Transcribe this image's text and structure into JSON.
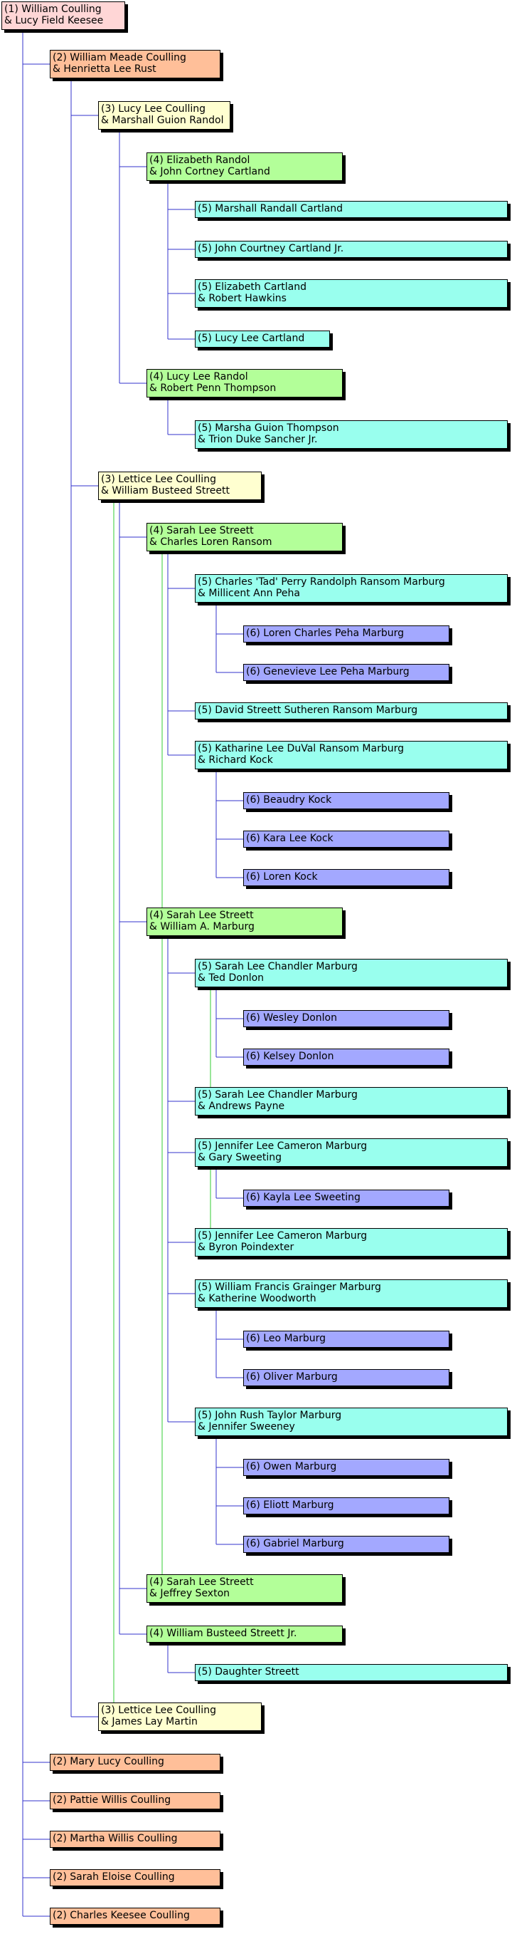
{
  "colors": {
    "gen1": "#ffd6d6",
    "gen2": "#ffbf99",
    "gen3": "#ffffd0",
    "gen4": "#b3ff99",
    "gen5": "#99ffee",
    "gen6": "#a3a8ff",
    "connector_blue": "#3333cc",
    "connector_green": "#33cc33"
  },
  "tree": [
    {
      "id": "n1",
      "gen": 1,
      "lines": [
        "(1) William Coulling",
        "& Lucy Field Keesee"
      ]
    },
    {
      "id": "n2",
      "gen": 2,
      "parent": "n1",
      "lines": [
        "(2) William Meade Coulling",
        "& Henrietta Lee Rust"
      ]
    },
    {
      "id": "n3",
      "gen": 3,
      "parent": "n2",
      "lines": [
        "(3) Lucy Lee Coulling",
        "& Marshall Guion Randol"
      ]
    },
    {
      "id": "n4",
      "gen": 4,
      "parent": "n3",
      "lines": [
        "(4) Elizabeth Randol",
        "& John Cortney Cartland"
      ]
    },
    {
      "id": "n5",
      "gen": 5,
      "parent": "n4",
      "lines": [
        "(5) Marshall Randall Cartland"
      ]
    },
    {
      "id": "n6",
      "gen": 5,
      "parent": "n4",
      "lines": [
        "(5) John Courtney Cartland Jr."
      ]
    },
    {
      "id": "n7",
      "gen": 5,
      "parent": "n4",
      "lines": [
        "(5) Elizabeth Cartland",
        "& Robert Hawkins"
      ]
    },
    {
      "id": "n8",
      "gen": 5,
      "parent": "n4",
      "lines": [
        "(5) Lucy Lee Cartland"
      ]
    },
    {
      "id": "n9",
      "gen": 4,
      "parent": "n3",
      "lines": [
        "(4) Lucy Lee Randol",
        "& Robert Penn Thompson"
      ]
    },
    {
      "id": "n10",
      "gen": 5,
      "parent": "n9",
      "lines": [
        "(5) Marsha Guion Thompson",
        "& Trion Duke Sancher Jr."
      ]
    },
    {
      "id": "n11",
      "gen": 3,
      "parent": "n2",
      "lines": [
        "(3) Lettice Lee Coulling",
        "& William Busteed Streett"
      ]
    },
    {
      "id": "n12",
      "gen": 4,
      "parent": "n11",
      "lines": [
        "(4) Sarah Lee Streett",
        "& Charles Loren Ransom"
      ]
    },
    {
      "id": "n13",
      "gen": 5,
      "parent": "n12",
      "lines": [
        "(5) Charles 'Tad' Perry Randolph Ransom Marburg",
        "& Millicent Ann Peha"
      ]
    },
    {
      "id": "n14",
      "gen": 6,
      "parent": "n13",
      "lines": [
        "(6) Loren Charles Peha Marburg"
      ]
    },
    {
      "id": "n15",
      "gen": 6,
      "parent": "n13",
      "lines": [
        "(6) Genevieve Lee Peha Marburg"
      ]
    },
    {
      "id": "n16",
      "gen": 5,
      "parent": "n12",
      "lines": [
        "(5) David Streett Sutheren Ransom Marburg"
      ]
    },
    {
      "id": "n17",
      "gen": 5,
      "parent": "n12",
      "lines": [
        "(5) Katharine Lee DuVal Ransom Marburg",
        "& Richard Kock"
      ]
    },
    {
      "id": "n18",
      "gen": 6,
      "parent": "n17",
      "lines": [
        "(6) Beaudry Kock"
      ]
    },
    {
      "id": "n19",
      "gen": 6,
      "parent": "n17",
      "lines": [
        "(6) Kara Lee Kock"
      ]
    },
    {
      "id": "n20",
      "gen": 6,
      "parent": "n17",
      "lines": [
        "(6) Loren Kock"
      ]
    },
    {
      "id": "n21",
      "gen": 4,
      "parent": "n11",
      "lines": [
        "(4) Sarah Lee Streett",
        "& William A. Marburg"
      ]
    },
    {
      "id": "n22",
      "gen": 5,
      "parent": "n21",
      "lines": [
        "(5) Sarah Lee Chandler Marburg",
        "& Ted Donlon"
      ]
    },
    {
      "id": "n23",
      "gen": 6,
      "parent": "n22",
      "lines": [
        "(6) Wesley Donlon"
      ]
    },
    {
      "id": "n24",
      "gen": 6,
      "parent": "n22",
      "lines": [
        "(6) Kelsey Donlon"
      ]
    },
    {
      "id": "n25",
      "gen": 5,
      "parent": "n21",
      "lines": [
        "(5) Sarah Lee Chandler Marburg",
        "& Andrews Payne"
      ]
    },
    {
      "id": "n26",
      "gen": 5,
      "parent": "n21",
      "lines": [
        "(5) Jennifer Lee Cameron Marburg",
        "& Gary Sweeting"
      ]
    },
    {
      "id": "n27",
      "gen": 6,
      "parent": "n26",
      "lines": [
        "(6) Kayla Lee Sweeting"
      ]
    },
    {
      "id": "n28",
      "gen": 5,
      "parent": "n21",
      "lines": [
        "(5) Jennifer Lee Cameron Marburg",
        "& Byron Poindexter"
      ]
    },
    {
      "id": "n29",
      "gen": 5,
      "parent": "n21",
      "lines": [
        "(5) William Francis Grainger Marburg",
        "& Katherine Woodworth"
      ]
    },
    {
      "id": "n30",
      "gen": 6,
      "parent": "n29",
      "lines": [
        "(6) Leo Marburg"
      ]
    },
    {
      "id": "n31",
      "gen": 6,
      "parent": "n29",
      "lines": [
        "(6) Oliver Marburg"
      ]
    },
    {
      "id": "n32",
      "gen": 5,
      "parent": "n21",
      "lines": [
        "(5) John Rush Taylor Marburg",
        "& Jennifer Sweeney"
      ]
    },
    {
      "id": "n33",
      "gen": 6,
      "parent": "n32",
      "lines": [
        "(6) Owen Marburg"
      ]
    },
    {
      "id": "n34",
      "gen": 6,
      "parent": "n32",
      "lines": [
        "(6) Eliott Marburg"
      ]
    },
    {
      "id": "n35",
      "gen": 6,
      "parent": "n32",
      "lines": [
        "(6) Gabriel Marburg"
      ]
    },
    {
      "id": "n36",
      "gen": 4,
      "parent": "n11",
      "lines": [
        "(4) Sarah Lee Streett",
        "& Jeffrey Sexton"
      ]
    },
    {
      "id": "n37",
      "gen": 4,
      "parent": "n11",
      "lines": [
        "(4) William Busteed Streett Jr."
      ]
    },
    {
      "id": "n38",
      "gen": 5,
      "parent": "n37",
      "lines": [
        "(5) Daughter Streett"
      ]
    },
    {
      "id": "n39",
      "gen": 3,
      "parent": "n2",
      "lines": [
        "(3) Lettice Lee Coulling",
        "& James Lay Martin"
      ]
    },
    {
      "id": "n40",
      "gen": 2,
      "parent": "n1",
      "lines": [
        "(2) Mary Lucy Coulling"
      ]
    },
    {
      "id": "n41",
      "gen": 2,
      "parent": "n1",
      "lines": [
        "(2) Pattie Willis Coulling"
      ]
    },
    {
      "id": "n42",
      "gen": 2,
      "parent": "n1",
      "lines": [
        "(2) Martha Willis Coulling"
      ]
    },
    {
      "id": "n43",
      "gen": 2,
      "parent": "n1",
      "lines": [
        "(2) Sarah Eloise Coulling"
      ]
    },
    {
      "id": "n44",
      "gen": 2,
      "parent": "n1",
      "lines": [
        "(2) Charles Keesee Coulling"
      ]
    }
  ]
}
